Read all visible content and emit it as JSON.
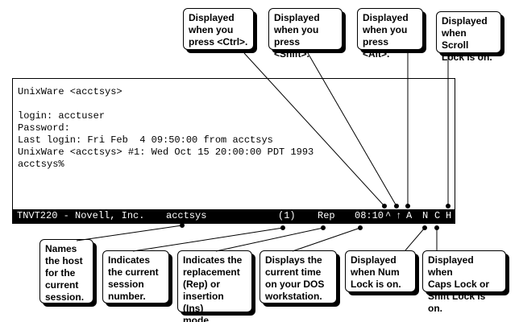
{
  "terminal": {
    "lines": [
      "UnixWare <acctsys>",
      "",
      "login: acctuser",
      "Password:",
      "Last login: Fri Feb  4 09:50:00 from acctsys",
      "UnixWare <acctsys> #1: Wed Oct 15 20:00:00 PDT 1993",
      "acctsys%"
    ]
  },
  "status_bar": {
    "terminal_type": "TNVT220 - Novell, Inc.",
    "host": "acctsys",
    "session": "(1)",
    "mode": "Rep",
    "time": "08:10",
    "ctrl": "^",
    "shift": "↑",
    "alt": "A",
    "num_lock": "N",
    "caps_lock": "C",
    "scroll_lock": "H"
  },
  "callouts": {
    "ctrl": "Displayed\nwhen you\npress <Ctrl>.",
    "shift": "Displayed\nwhen you\npress <Shift>.",
    "alt": "Displayed\nwhen you\npress <Alt>.",
    "scroll_lock": "Displayed\nwhen Scroll\nLock is on.",
    "host": "Names\nthe host\nfor the\ncurrent\nsession.",
    "session": "Indicates\nthe current\nsession\nnumber.",
    "mode": "Indicates the\nreplacement\n(Rep) or\ninsertion (Ins)\nmode.",
    "time": "Displays the\ncurrent time\non your DOS\nworkstation.",
    "num_lock": "Displayed\nwhen Num\nLock is on.",
    "caps_lock": "Displayed when\nCaps Lock or\nShift Lock is on."
  }
}
